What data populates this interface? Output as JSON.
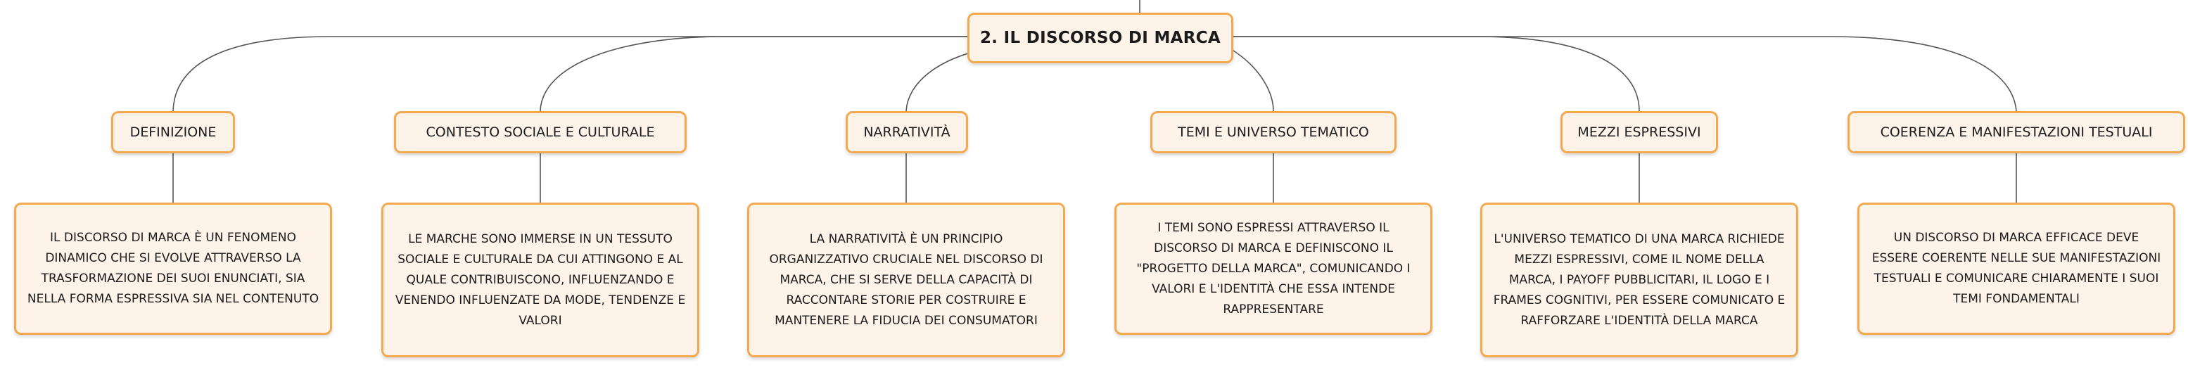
{
  "colors": {
    "border": "#f2a950",
    "fill": "#fdf3e8",
    "line": "#555555",
    "text": "#1b1b1b"
  },
  "root": {
    "label": "2. IL DISCORSO DI MARCA"
  },
  "topics": [
    {
      "label": "DEFINIZIONE",
      "detail": "IL DISCORSO DI MARCA È UN FENOMENO DINAMICO CHE SI EVOLVE ATTRAVERSO LA TRASFORMAZIONE DEI SUOI ENUNCIATI, SIA NELLA FORMA ESPRESSIVA SIA NEL CONTENUTO"
    },
    {
      "label": "CONTESTO SOCIALE E CULTURALE",
      "detail": "LE MARCHE SONO IMMERSE IN UN TESSUTO SOCIALE E CULTURALE DA CUI ATTINGONO E AL QUALE CONTRIBUISCONO, INFLUENZANDO E VENENDO INFLUENZATE DA MODE, TENDENZE E VALORI"
    },
    {
      "label": "NARRATIVITÀ",
      "detail": "LA NARRATIVITÀ È UN PRINCIPIO ORGANIZZATIVO CRUCIALE NEL DISCORSO DI MARCA, CHE SI SERVE DELLA CAPACITÀ DI RACCONTARE STORIE PER COSTRUIRE E MANTENERE LA FIDUCIA DEI CONSUMATORI"
    },
    {
      "label": "TEMI E UNIVERSO TEMATICO",
      "detail": "I TEMI SONO ESPRESSI ATTRAVERSO IL DISCORSO DI MARCA E DEFINISCONO IL \"PROGETTO DELLA MARCA\", COMUNICANDO I VALORI E L'IDENTITÀ CHE ESSA INTENDE RAPPRESENTARE"
    },
    {
      "label": "MEZZI ESPRESSIVI",
      "detail": "L'UNIVERSO TEMATICO DI UNA MARCA RICHIEDE MEZZI ESPRESSIVI, COME IL NOME DELLA MARCA, I PAYOFF PUBBLICITARI, IL LOGO E I FRAMES COGNITIVI, PER ESSERE COMUNICATO E RAFFORZARE L'IDENTITÀ DELLA MARCA"
    },
    {
      "label": "COERENZA E MANIFESTAZIONI TESTUALI",
      "detail": "UN DISCORSO DI MARCA EFFICACE DEVE ESSERE COERENTE NELLE SUE MANIFESTAZIONI TESTUALI E COMUNICARE CHIARAMENTE I SUOI TEMI FONDAMENTALI"
    }
  ]
}
